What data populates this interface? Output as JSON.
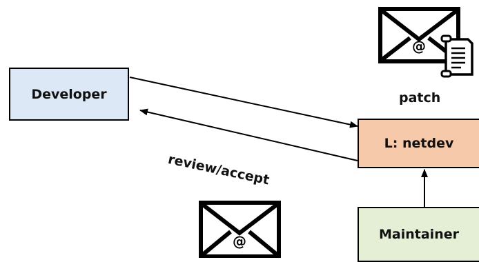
{
  "nodes": {
    "developer": {
      "label": "Developer",
      "fill": "#dce8f5"
    },
    "netdev": {
      "label": "L: netdev",
      "fill": "#f5c9a9"
    },
    "maintainer": {
      "label": "Maintainer",
      "fill": "#e4efd6"
    }
  },
  "edges": {
    "patch_label": "patch",
    "review_label": "review/accept"
  },
  "icons": {
    "top_right": [
      "envelope-icon",
      "document-icon"
    ],
    "bottom_center": [
      "envelope-icon"
    ]
  },
  "colors": {
    "stroke": "#000000",
    "icon_fill": "#ffffff"
  }
}
